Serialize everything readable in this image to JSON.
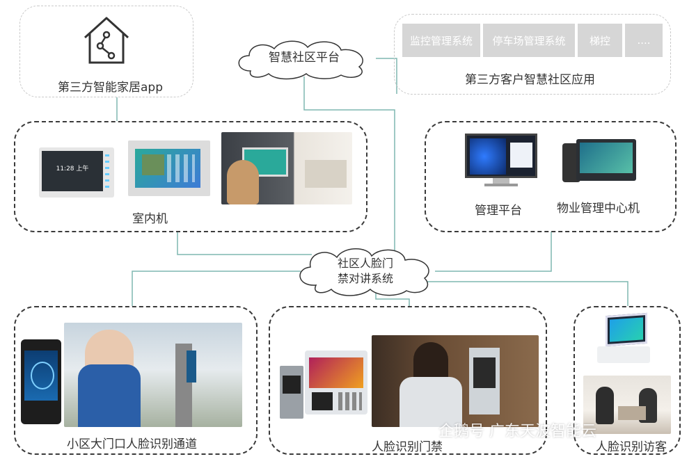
{
  "smart_home": {
    "label": "第三方智能家居app",
    "icon": "smart-home-icon"
  },
  "platform_cloud": {
    "label": "智慧社区平台"
  },
  "third_party_apps": {
    "tiles": [
      "监控管理系统",
      "停车场管理系统",
      "梯控",
      "...."
    ],
    "label": "第三方客户智慧社区应用"
  },
  "indoor_unit": {
    "label": "室内机",
    "screen_time": "11:28 上午"
  },
  "management": {
    "platform_label": "管理平台",
    "center_label": "物业管理中心机"
  },
  "center_cloud": {
    "line1": "社区人脸门",
    "line2": "禁对讲系统"
  },
  "gate": {
    "label": "小区大门口人脸识别通道"
  },
  "access": {
    "label": "人脸识别门禁"
  },
  "visitor": {
    "label": "人脸识别访客"
  },
  "watermark": {
    "text": "企鹅号 广东天波智能云"
  },
  "colors": {
    "line": "#7fb7b0",
    "dashed_dark": "#3a3a3a",
    "dashed_light": "#c9c9c9",
    "tile": "#d6d6d6"
  }
}
